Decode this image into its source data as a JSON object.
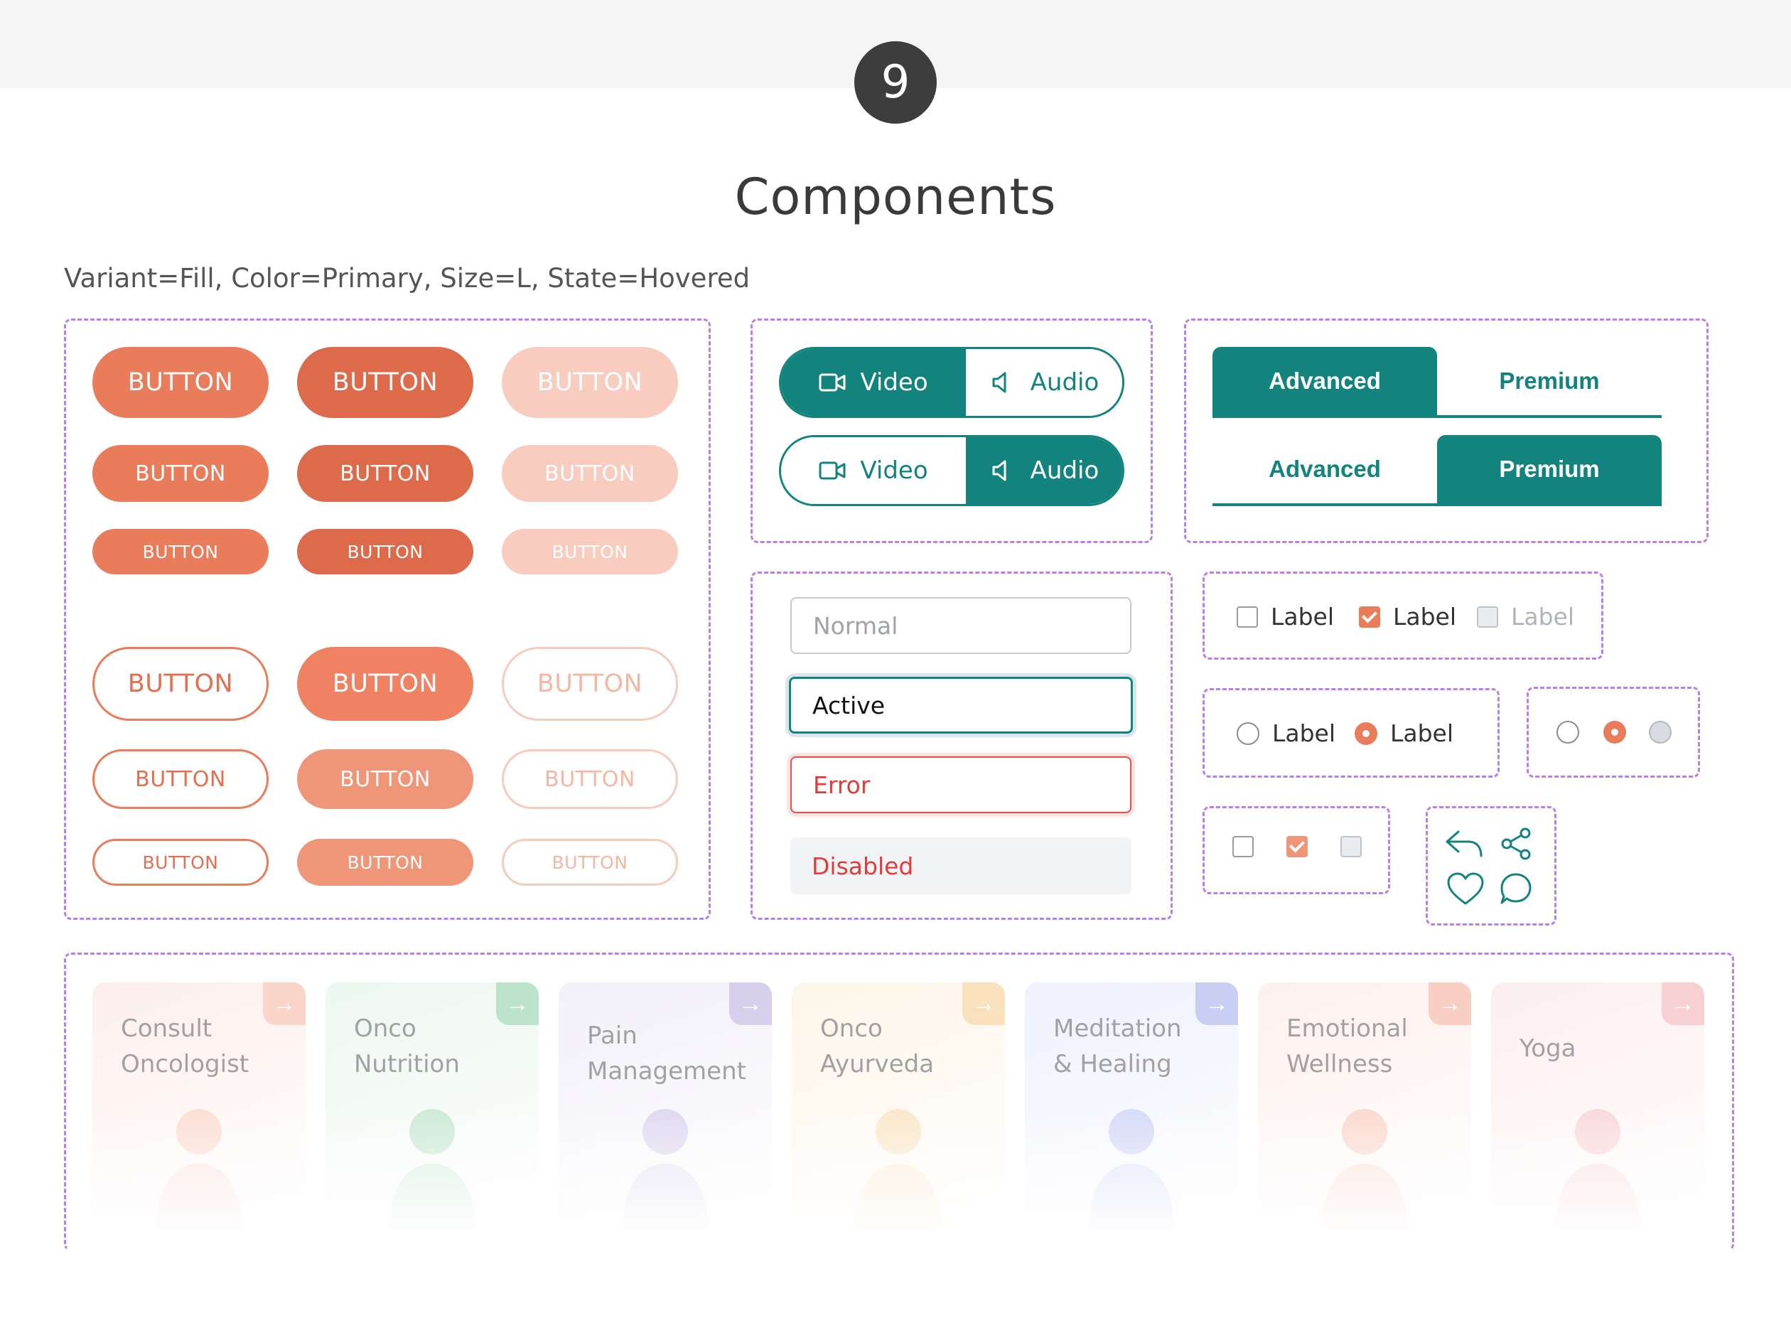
{
  "step_number": "9",
  "page_title": "Components",
  "variant_caption": "Variant=Fill, Color=Primary, Size=L, State=Hovered",
  "buttons": {
    "label": "BUTTON"
  },
  "segmented": {
    "video_label": "Video",
    "audio_label": "Audio"
  },
  "tabs": {
    "advanced_label": "Advanced",
    "premium_label": "Premium"
  },
  "inputs": {
    "normal": "Normal",
    "active": "Active",
    "error": "Error",
    "disabled": "Disabled"
  },
  "checkbox_labels": {
    "unchecked": "Label",
    "checked": "Label",
    "disabled": "Label"
  },
  "radio_labels": {
    "unselected": "Label",
    "selected": "Label"
  },
  "cards": [
    {
      "title_line1": "Consult",
      "title_line2": "Oncologist",
      "color": "#fde3dc",
      "accent": "#f6b3a0"
    },
    {
      "title_line1": "Onco",
      "title_line2": "Nutrition",
      "color": "#dff2e6",
      "accent": "#86cf9f"
    },
    {
      "title_line1": "Pain",
      "title_line2": "Management",
      "color": "#e9e4f5",
      "accent": "#b7a8de"
    },
    {
      "title_line1": "Onco",
      "title_line2": "Ayurveda",
      "color": "#fdefd8",
      "accent": "#f5c98a"
    },
    {
      "title_line1": "Meditation",
      "title_line2": "& Healing",
      "color": "#e3e7fb",
      "accent": "#9ea9ec"
    },
    {
      "title_line1": "Emotional",
      "title_line2": "Wellness",
      "color": "#fde6de",
      "accent": "#f5a993"
    },
    {
      "title_line1": "Yoga",
      "title_line2": "",
      "color": "#fde2e4",
      "accent": "#f4a8ae"
    }
  ],
  "colors": {
    "primary": "#e97c5b",
    "secondary": "#13837d",
    "error": "#ef4b4b",
    "dashed_frame": "#b77ef0"
  }
}
